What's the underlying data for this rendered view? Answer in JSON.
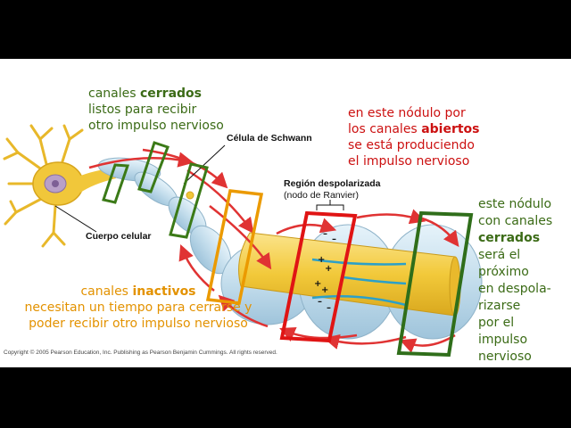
{
  "annotations": {
    "closed_top": {
      "line1_pre": "canales ",
      "line1_bold": "cerrados",
      "line2": "listos para recibir",
      "line3": "otro impulso nervioso"
    },
    "open_node": {
      "line1": "en este nódulo por",
      "line2_pre": "los canales ",
      "line2_bold": "abiertos",
      "line3": "se está produciendo",
      "line4": "el impulso nervioso"
    },
    "next_node": {
      "line1": "este nódulo",
      "line2": "con canales",
      "line3_bold": "cerrados",
      "line4": "será el",
      "line5": "próximo",
      "line6": "en despola-",
      "line7": "rizarse",
      "line8": "por el",
      "line9": "impulso",
      "line10": "nervioso"
    },
    "inactive": {
      "line1_pre": "canales ",
      "line1_bold": "inactivos",
      "line2": "necesitan un tiempo para cerrarse y",
      "line3": "poder recibir otro impulso nervioso"
    }
  },
  "figure_labels": {
    "schwann": "Célula de Schwann",
    "region_line1": "Región despolarizada",
    "region_line2": "(nodo de Ranvier)",
    "cell_body": "Cuerpo celular",
    "copyright": "Copyright © 2005 Pearson Education, Inc. Publishing as Pearson Benjamin Cummings. All rights reserved."
  },
  "colors": {
    "closed": "#3b6b16",
    "open": "#cc1111",
    "inactive": "#e39200",
    "axon": "#f4cf45",
    "myelin": "#cfe6f3",
    "arrow": "#e03333"
  }
}
